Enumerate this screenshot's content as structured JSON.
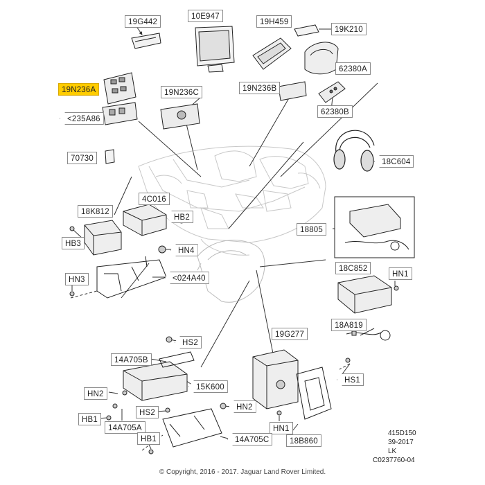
{
  "labels": {
    "19G442": "19G442",
    "10E947": "10E947",
    "19H459": "19H459",
    "19K210": "19K210",
    "19N236A": "19N236A",
    "19N236C": "19N236C",
    "19N236B": "19N236B",
    "62380A": "62380A",
    "235A86": "<235A86",
    "62380B": "62380B",
    "70730": "70730",
    "18C604": "18C604",
    "18K812": "18K812",
    "4C016": "4C016",
    "HB2": "HB2",
    "HB3": "HB3",
    "HN4": "HN4",
    "18805": "18805",
    "HN3": "HN3",
    "024A40": "<024A40",
    "18C852": "18C852",
    "HN1_top": "HN1",
    "18A819": "18A819",
    "HS2_top": "HS2",
    "19G277": "19G277",
    "14A705B": "14A705B",
    "15K600": "15K600",
    "HS1": "HS1",
    "HN2_left": "HN2",
    "HS2_bottom": "HS2",
    "HN2_right": "HN2",
    "HB1_left": "HB1",
    "14A705A": "14A705A",
    "HN1_bottom": "HN1",
    "HB1_bottom": "HB1",
    "14A705C": "14A705C",
    "18B860": "18B860"
  },
  "meta": {
    "line1": "415D150",
    "line2": "39-2017",
    "line3": "LK",
    "line4": "C0237760-04"
  },
  "copyright": "© Copyright, 2016 - 2017. Jaguar Land Rover Limited."
}
